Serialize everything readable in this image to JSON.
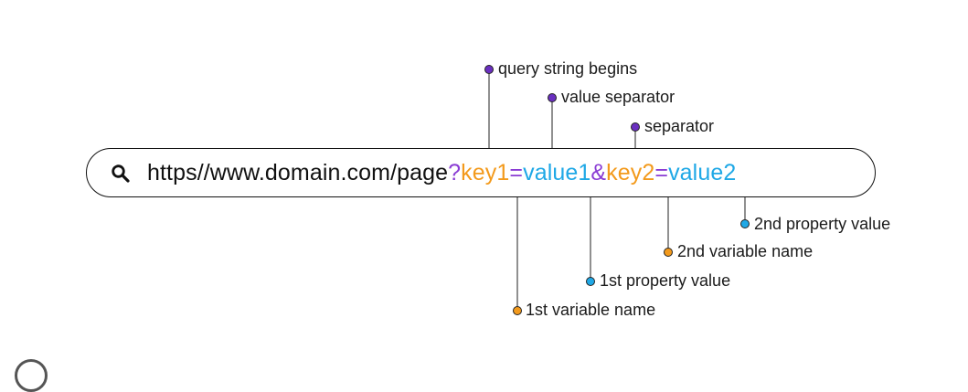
{
  "url": {
    "base": "https//www.domain.com/page",
    "query_start": "?",
    "key1": "key1",
    "eq1": "=",
    "value1": "value1",
    "amp": "&",
    "key2": "key2",
    "eq2": "=",
    "value2": "value2"
  },
  "annotations": {
    "query_string_begins": "query string begins",
    "value_separator": "value separator",
    "separator": "separator",
    "second_property_value": "2nd property value",
    "second_variable_name": "2nd variable name",
    "first_property_value": "1st property value",
    "first_variable_name": "1st variable name"
  },
  "colors": {
    "purple": "#8a3cd4",
    "orange": "#f39a1c",
    "blue": "#1fa8e6",
    "text": "#111111"
  },
  "icons": {
    "search": "search-icon"
  }
}
